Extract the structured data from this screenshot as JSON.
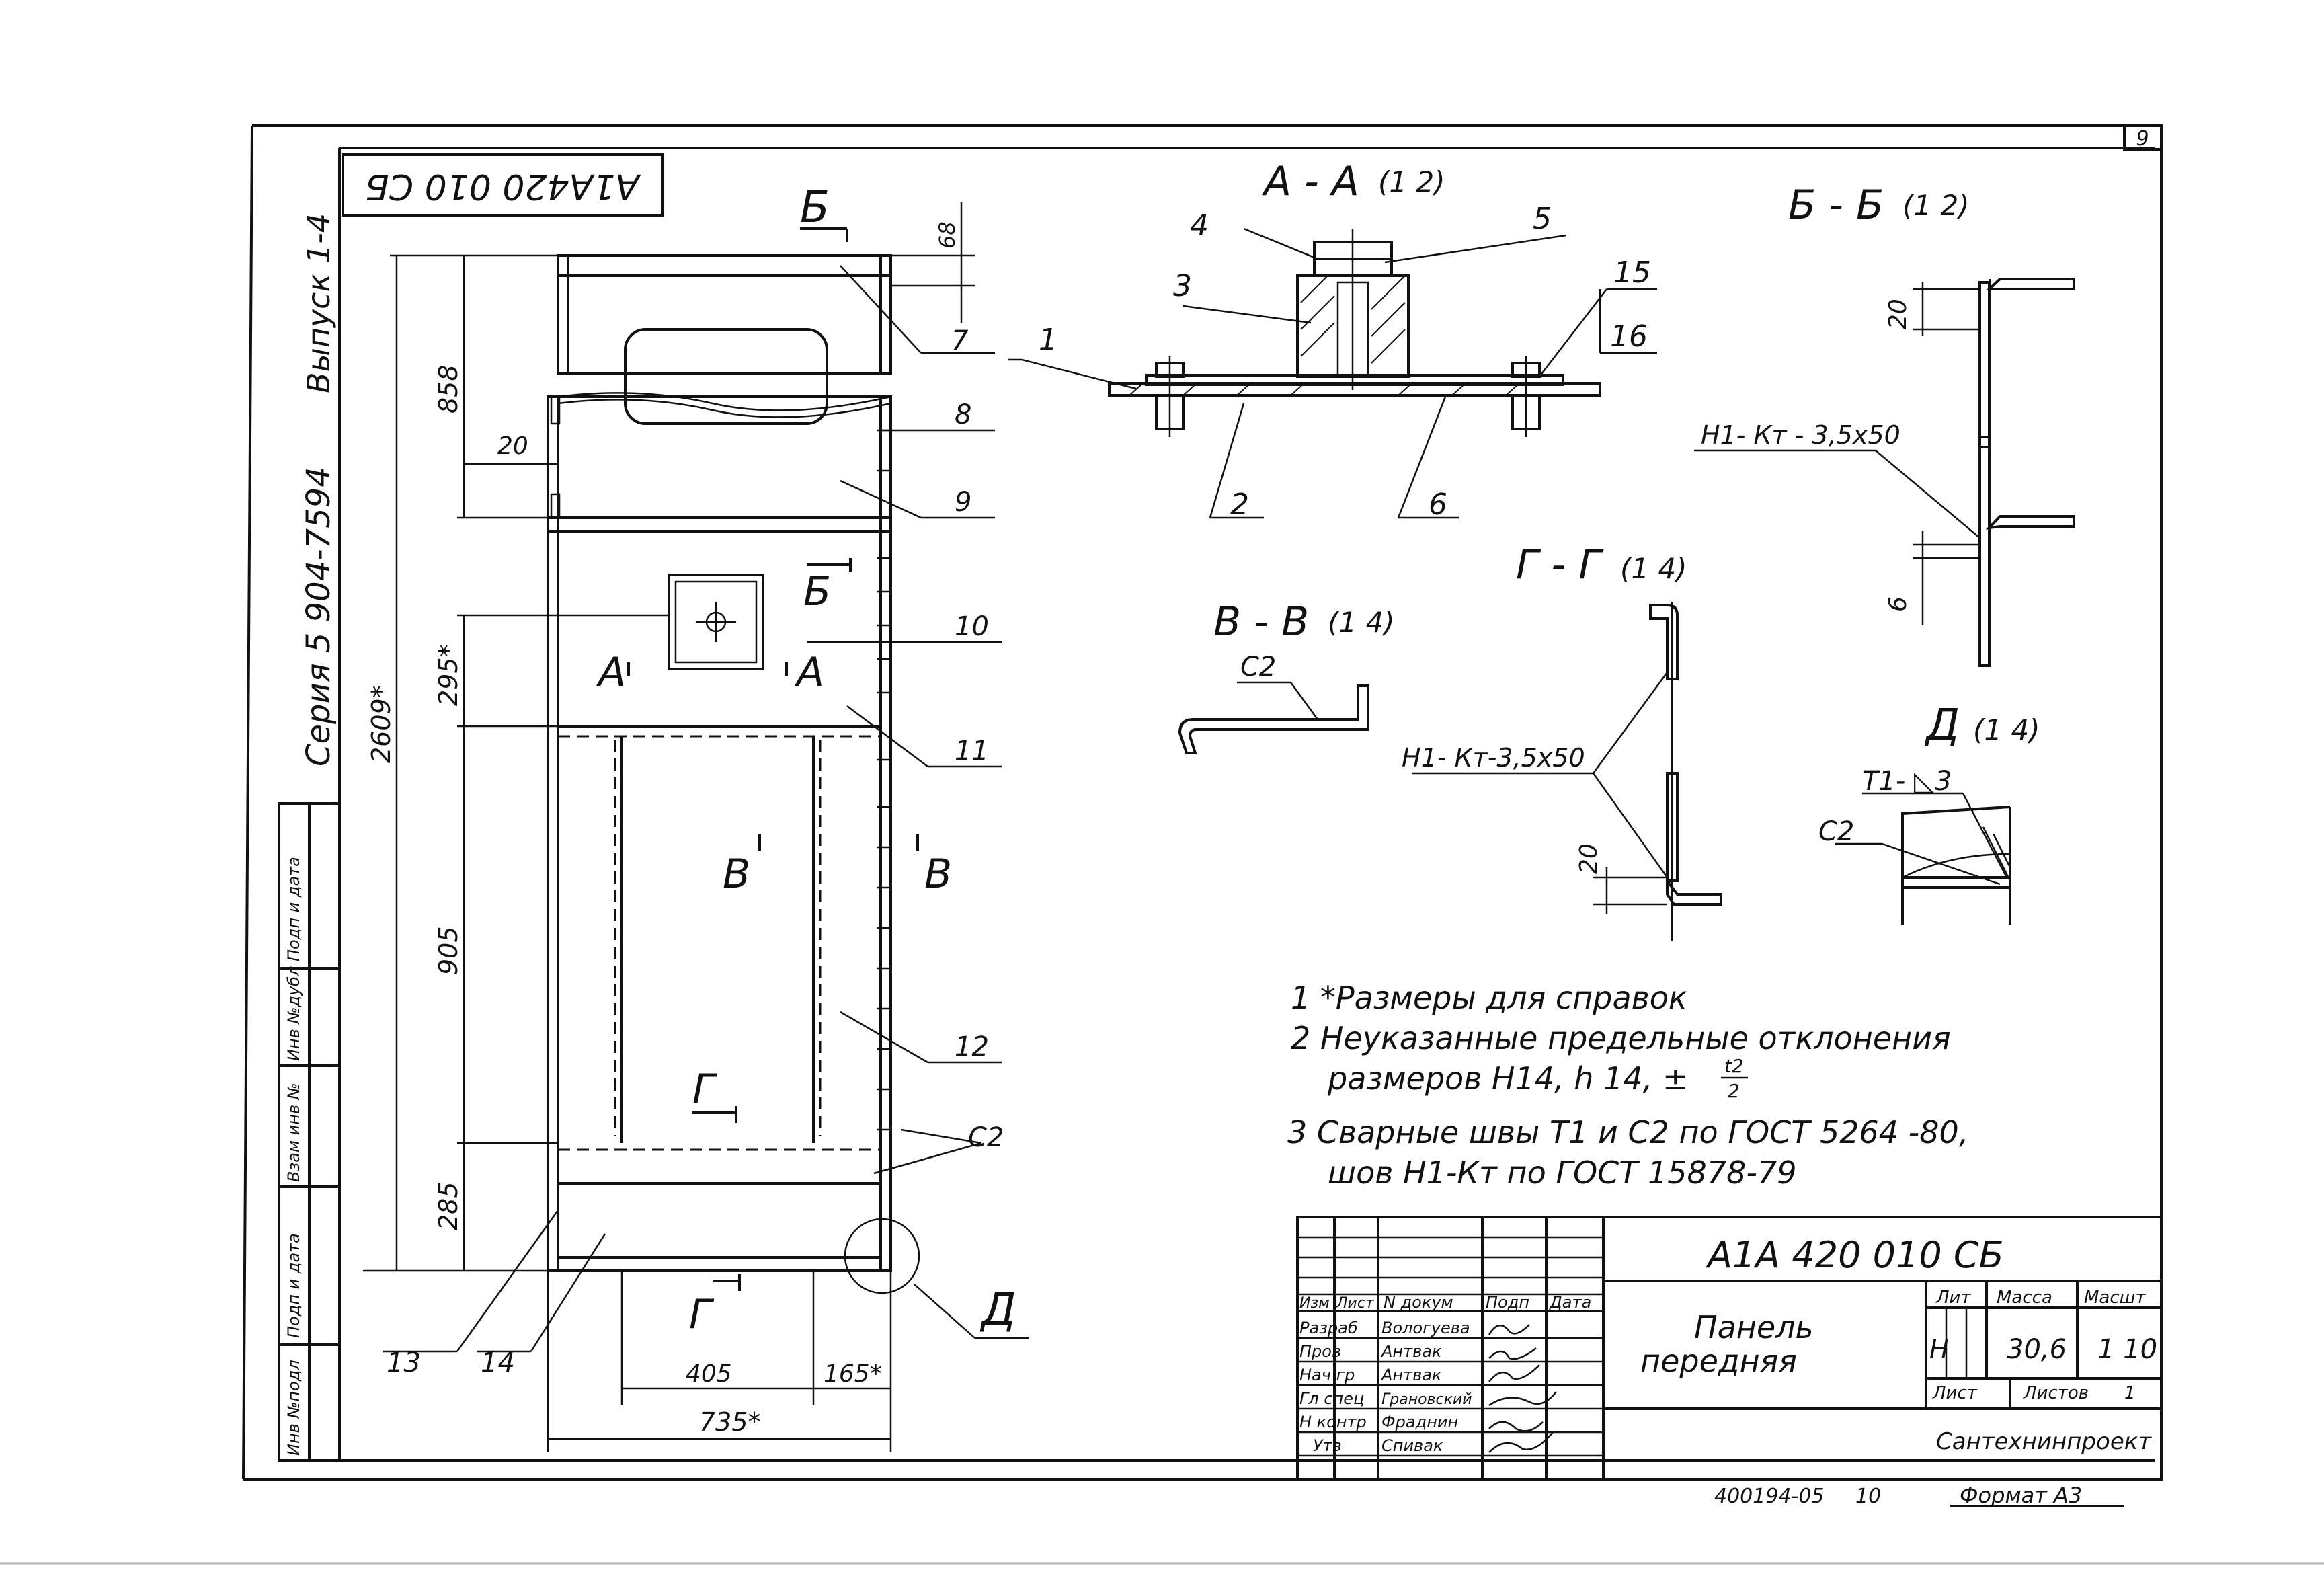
{
  "sheet": {
    "page_number": "9",
    "doc_code_rotated": "А1А420 010 СБ",
    "series": "Серия 5 904-7594",
    "issue": "Выпуск 1-4",
    "archive_no": "400194-05",
    "archive_sub": "10",
    "format": "Формат А3"
  },
  "left_strip": {
    "cells": [
      "Подп и дата",
      "Инв №дубл",
      "Взам инв №",
      "Подп и дата",
      "Инв №подл"
    ]
  },
  "front_view": {
    "dims": {
      "overall": "2609*",
      "upper": "858",
      "slot_gap": "20",
      "mid": "295*",
      "lower": "905",
      "bottom": "285",
      "top_small": "68",
      "width_inner": "405",
      "width_right": "165*",
      "width_total": "735*"
    },
    "section_marks": {
      "b1": "Б",
      "b2": "Б",
      "a_left": "А",
      "a_right": "А",
      "v_left": "В",
      "v_right": "В",
      "g_top": "Г",
      "g_bottom": "Г",
      "d": "Д"
    },
    "callouts": [
      "7",
      "8",
      "9",
      "10",
      "11",
      "12",
      "13",
      "14"
    ],
    "weld_label": "С2"
  },
  "section_aa": {
    "title": "А - А",
    "scale": "(1 2)",
    "callouts": [
      "1",
      "2",
      "3",
      "4",
      "5",
      "6",
      "15",
      "16"
    ]
  },
  "section_bb": {
    "title": "Б - Б",
    "scale": "(1 2)",
    "weld": "Н1- Кт - 3,5х50",
    "dim_top": "20",
    "dim_bottom": "6"
  },
  "section_vv": {
    "title": "В - В",
    "scale": "(1 4)",
    "weld": "С2"
  },
  "section_gg": {
    "title": "Г - Г",
    "scale": "(1 4)",
    "weld": "Н1- Кт-3,5х50",
    "dim": "20"
  },
  "detail_d": {
    "title": "Д",
    "scale": "(1 4)",
    "weld_t1": "Т1- ◺3",
    "weld_c2": "С2"
  },
  "notes": {
    "n1": "1 *Размеры  для  справок",
    "n2a": "2 Неуказанные  предельные  отклонения",
    "n2b": "размеров  Н14,  h 14,  ±",
    "n2_frac_num": "t2",
    "n2_frac_den": "2",
    "n3a": "3 Сварные  швы Т1 и С2 по ГОСТ 5264 -80,",
    "n3b": "шов Н1-Кт  по  ГОСТ 15878-79"
  },
  "title_block": {
    "doc_code": "А1А 420 010 СБ",
    "name_line1": "Панель",
    "name_line2": "передняя",
    "head": [
      "Изм",
      "Лист",
      "N докум",
      "Подп",
      "Дата"
    ],
    "roles": [
      "Разраб",
      "Пров",
      "Нач гр",
      "Гл спец",
      "Н контр",
      "Утв"
    ],
    "people": [
      "Вологуева",
      "Антвак",
      "Антвак",
      "Грановский",
      "Фраднин",
      "Спивак"
    ],
    "lit_label": "Лит",
    "mass_label": "Масса",
    "scale_label": "Масшт",
    "lit_value": "Н",
    "mass_value": "30,6",
    "scale_value": "1 10",
    "sheet_label": "Лист",
    "sheets_label": "Листов",
    "sheets_value": "1",
    "org": "Сантехнинпроект"
  }
}
